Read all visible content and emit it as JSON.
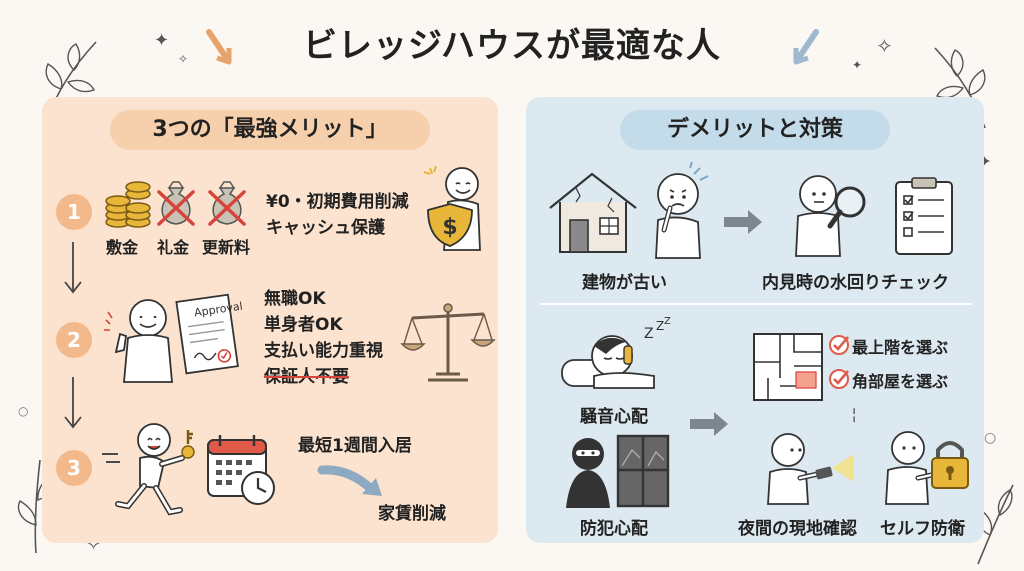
{
  "title": "ビレッジハウスが最適な人",
  "left": {
    "heading": "3つの「最強メリット」",
    "items": [
      {
        "number": "1",
        "cost_labels": [
          "敷金",
          "礼金",
          "更新料"
        ],
        "lines": [
          "¥0・初期費用削減",
          "キャッシュ保護"
        ]
      },
      {
        "number": "2",
        "document_label": "Approval",
        "lines": [
          "無職OK",
          "単身者OK",
          "支払い能力重視",
          "保証人不要"
        ]
      },
      {
        "number": "3",
        "lines": [
          "最短1週間入居",
          "家賃削減"
        ]
      }
    ]
  },
  "right": {
    "heading": "デメリットと対策",
    "rows": [
      {
        "problem": "建物が古い",
        "solution": "内見時の水回りチェック"
      },
      {
        "problem": "騒音心配",
        "checks": [
          "最上階を選ぶ",
          "角部屋を選ぶ"
        ]
      },
      {
        "problem": "防犯心配",
        "solutions": [
          "夜間の現地確認",
          "セルフ防衛"
        ]
      }
    ]
  },
  "colors": {
    "accent_orange": "#f3b98a",
    "panel_left": "#fbe3cf",
    "panel_right": "#dde9f1",
    "strike_red": "#d9443a",
    "check_red": "#e05a4a",
    "gold": "#e8b73a"
  }
}
